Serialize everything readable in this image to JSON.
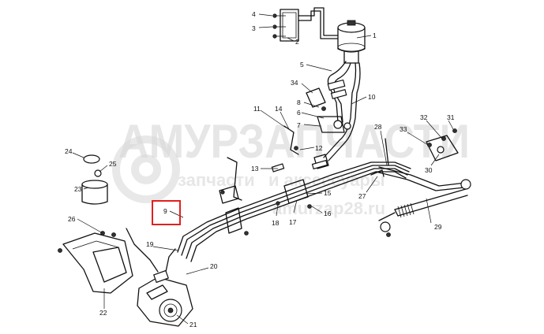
{
  "watermark": {
    "main": "АМУРЗАПЧАСТИ",
    "sub1": "запчасти",
    "sub2": "и аксессуары",
    "sub3": "amurzap28.ru"
  },
  "highlight_color": "#e02020",
  "callouts": {
    "c1": "1",
    "c2": "2",
    "c3": "3",
    "c4": "4",
    "c5": "5",
    "c6": "6",
    "c7": "7",
    "c8": "8",
    "c9": "9",
    "c10": "10",
    "c11": "11",
    "c12": "12",
    "c13": "13",
    "c14": "14",
    "c15": "15",
    "c16": "16",
    "c17": "17",
    "c18": "18",
    "c19": "19",
    "c20": "20",
    "c21": "21",
    "c22": "22",
    "c23": "23",
    "c24": "24",
    "c25": "25",
    "c26": "26",
    "c27": "27",
    "c28": "28",
    "c29": "29",
    "c30": "30",
    "c31": "31",
    "c32": "32",
    "c33": "33",
    "c34": "34"
  }
}
